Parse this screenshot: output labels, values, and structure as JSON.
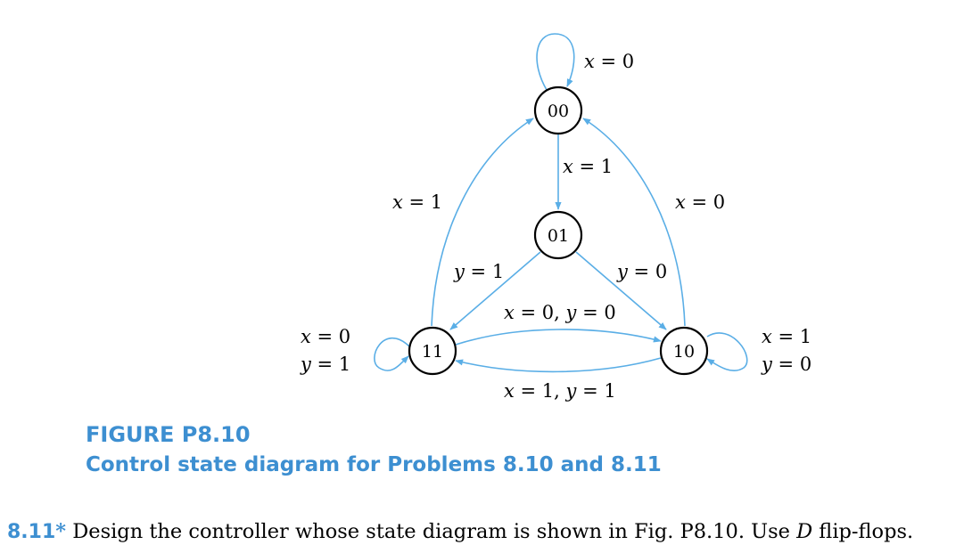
{
  "colors": {
    "accent": "#3d8fd1",
    "edge": "#5aaee6",
    "node_stroke": "#000000"
  },
  "states": [
    "00",
    "01",
    "11",
    "10"
  ],
  "transitions": [
    {
      "from": "00",
      "to": "00",
      "label": [
        "x = 0"
      ]
    },
    {
      "from": "00",
      "to": "01",
      "label": [
        "x = 1"
      ]
    },
    {
      "from": "10",
      "to": "00",
      "label": [
        "x = 0"
      ]
    },
    {
      "from": "11",
      "to": "00",
      "label": [
        "x = 1"
      ]
    },
    {
      "from": "01",
      "to": "11",
      "label": [
        "y = 1"
      ]
    },
    {
      "from": "01",
      "to": "10",
      "label": [
        "y = 0"
      ]
    },
    {
      "from": "11",
      "to": "10",
      "label": [
        "x = 0, y = 0"
      ]
    },
    {
      "from": "10",
      "to": "11",
      "label": [
        "x = 1, y = 1"
      ]
    },
    {
      "from": "11",
      "to": "11",
      "label": [
        "x = 0",
        "y = 1"
      ]
    },
    {
      "from": "10",
      "to": "10",
      "label": [
        "x = 1",
        "y = 0"
      ]
    }
  ],
  "caption": {
    "figure": "FIGURE P8.10",
    "title": "Control state diagram for Problems 8.10 and 8.11"
  },
  "problem": {
    "number": "8.11",
    "mark": "*",
    "text_before": " Design the controller whose state diagram is shown in Fig. P8.10. Use ",
    "emph": "D",
    "text_after": " flip-flops."
  }
}
